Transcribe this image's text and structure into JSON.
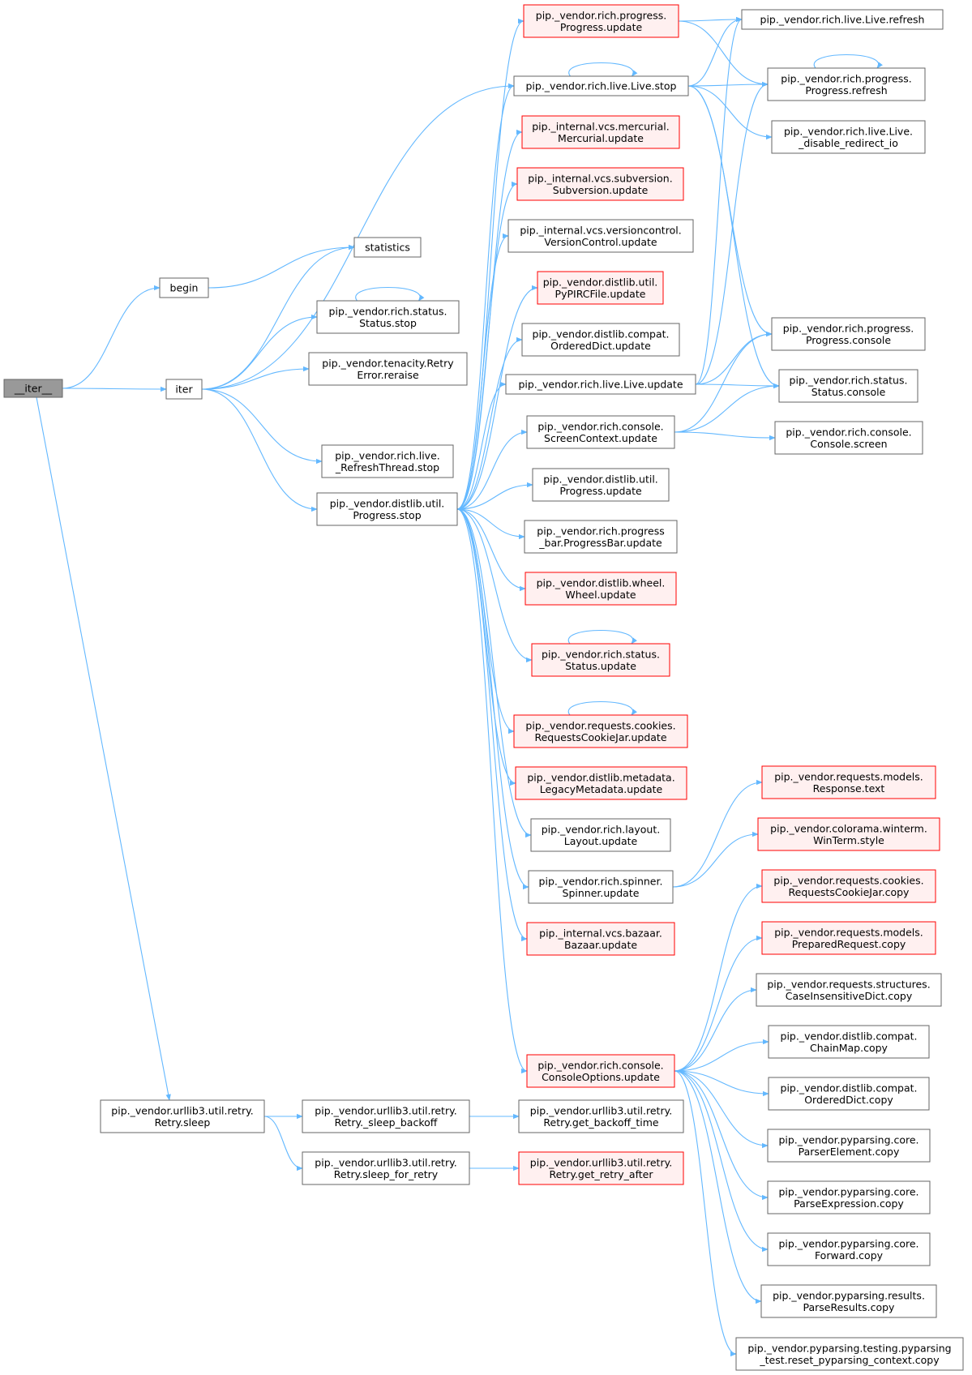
{
  "colors": {
    "edge": "#63b8ff",
    "normal_fill": "#ffffff",
    "normal_stroke": "#666666",
    "red_fill": "#fff0f0",
    "red_stroke": "#ff0000",
    "root_fill": "#999999",
    "root_stroke": "#666666"
  },
  "nodes": [
    {
      "id": "iter_",
      "lines": [
        "__iter__"
      ],
      "style": "root"
    },
    {
      "id": "begin",
      "lines": [
        "begin"
      ],
      "style": "normal"
    },
    {
      "id": "iter",
      "lines": [
        "iter"
      ],
      "style": "normal"
    },
    {
      "id": "sleep",
      "lines": [
        "pip._vendor.urllib3.util.retry.",
        "Retry.sleep"
      ],
      "style": "normal"
    },
    {
      "id": "statistics",
      "lines": [
        "statistics"
      ],
      "style": "normal"
    },
    {
      "id": "status_stop",
      "lines": [
        "pip._vendor.rich.status.",
        "Status.stop"
      ],
      "style": "normal"
    },
    {
      "id": "reraise",
      "lines": [
        "pip._vendor.tenacity.Retry",
        "Error.reraise"
      ],
      "style": "normal"
    },
    {
      "id": "refresh_stop",
      "lines": [
        "pip._vendor.rich.live.",
        "_RefreshThread.stop"
      ],
      "style": "normal"
    },
    {
      "id": "progress_stop",
      "lines": [
        "pip._vendor.distlib.util.",
        "Progress.stop"
      ],
      "style": "normal"
    },
    {
      "id": "sleep_backoff",
      "lines": [
        "pip._vendor.urllib3.util.retry.",
        "Retry._sleep_backoff"
      ],
      "style": "normal"
    },
    {
      "id": "sleep_for_retry",
      "lines": [
        "pip._vendor.urllib3.util.retry.",
        "Retry.sleep_for_retry"
      ],
      "style": "normal"
    },
    {
      "id": "rich_progress_update",
      "lines": [
        "pip._vendor.rich.progress.",
        "Progress.update"
      ],
      "style": "red"
    },
    {
      "id": "live_stop",
      "lines": [
        "pip._vendor.rich.live.Live.stop"
      ],
      "style": "normal"
    },
    {
      "id": "mercurial_update",
      "lines": [
        "pip._internal.vcs.mercurial.",
        "Mercurial.update"
      ],
      "style": "red"
    },
    {
      "id": "subversion_update",
      "lines": [
        "pip._internal.vcs.subversion.",
        "Subversion.update"
      ],
      "style": "red"
    },
    {
      "id": "versioncontrol_update",
      "lines": [
        "pip._internal.vcs.versioncontrol.",
        "VersionControl.update"
      ],
      "style": "normal"
    },
    {
      "id": "pypirc_update",
      "lines": [
        "pip._vendor.distlib.util.",
        "PyPIRCFile.update"
      ],
      "style": "red"
    },
    {
      "id": "ordereddict_update",
      "lines": [
        "pip._vendor.distlib.compat.",
        "OrderedDict.update"
      ],
      "style": "normal"
    },
    {
      "id": "live_update",
      "lines": [
        "pip._vendor.rich.live.Live.update"
      ],
      "style": "normal"
    },
    {
      "id": "screencontext_update",
      "lines": [
        "pip._vendor.rich.console.",
        "ScreenContext.update"
      ],
      "style": "normal"
    },
    {
      "id": "distlib_progress_update",
      "lines": [
        "pip._vendor.distlib.util.",
        "Progress.update"
      ],
      "style": "normal"
    },
    {
      "id": "progressbar_update",
      "lines": [
        "pip._vendor.rich.progress",
        "_bar.ProgressBar.update"
      ],
      "style": "normal"
    },
    {
      "id": "wheel_update",
      "lines": [
        "pip._vendor.distlib.wheel.",
        "Wheel.update"
      ],
      "style": "red"
    },
    {
      "id": "status_update",
      "lines": [
        "pip._vendor.rich.status.",
        "Status.update"
      ],
      "style": "red"
    },
    {
      "id": "cookiejar_update",
      "lines": [
        "pip._vendor.requests.cookies.",
        "RequestsCookieJar.update"
      ],
      "style": "red"
    },
    {
      "id": "legacymetadata_update",
      "lines": [
        "pip._vendor.distlib.metadata.",
        "LegacyMetadata.update"
      ],
      "style": "red"
    },
    {
      "id": "layout_update",
      "lines": [
        "pip._vendor.rich.layout.",
        "Layout.update"
      ],
      "style": "normal"
    },
    {
      "id": "spinner_update",
      "lines": [
        "pip._vendor.rich.spinner.",
        "Spinner.update"
      ],
      "style": "normal"
    },
    {
      "id": "bazaar_update",
      "lines": [
        "pip._internal.vcs.bazaar.",
        "Bazaar.update"
      ],
      "style": "red"
    },
    {
      "id": "consoleoptions_update",
      "lines": [
        "pip._vendor.rich.console.",
        "ConsoleOptions.update"
      ],
      "style": "red"
    },
    {
      "id": "get_backoff_time",
      "lines": [
        "pip._vendor.urllib3.util.retry.",
        "Retry.get_backoff_time"
      ],
      "style": "normal"
    },
    {
      "id": "get_retry_after",
      "lines": [
        "pip._vendor.urllib3.util.retry.",
        "Retry.get_retry_after"
      ],
      "style": "red"
    },
    {
      "id": "live_refresh",
      "lines": [
        "pip._vendor.rich.live.Live.refresh"
      ],
      "style": "normal"
    },
    {
      "id": "progress_refresh",
      "lines": [
        "pip._vendor.rich.progress.",
        "Progress.refresh"
      ],
      "style": "normal"
    },
    {
      "id": "disable_redirect_io",
      "lines": [
        "pip._vendor.rich.live.Live.",
        "_disable_redirect_io"
      ],
      "style": "normal"
    },
    {
      "id": "progress_console",
      "lines": [
        "pip._vendor.rich.progress.",
        "Progress.console"
      ],
      "style": "normal"
    },
    {
      "id": "status_console",
      "lines": [
        "pip._vendor.rich.status.",
        "Status.console"
      ],
      "style": "normal"
    },
    {
      "id": "console_screen",
      "lines": [
        "pip._vendor.rich.console.",
        "Console.screen"
      ],
      "style": "normal"
    },
    {
      "id": "response_text",
      "lines": [
        "pip._vendor.requests.models.",
        "Response.text"
      ],
      "style": "red"
    },
    {
      "id": "winterm_style",
      "lines": [
        "pip._vendor.colorama.winterm.",
        "WinTerm.style"
      ],
      "style": "red"
    },
    {
      "id": "cookiejar_copy",
      "lines": [
        "pip._vendor.requests.cookies.",
        "RequestsCookieJar.copy"
      ],
      "style": "red"
    },
    {
      "id": "preparedrequest_copy",
      "lines": [
        "pip._vendor.requests.models.",
        "PreparedRequest.copy"
      ],
      "style": "red"
    },
    {
      "id": "caseinsensitivedict_copy",
      "lines": [
        "pip._vendor.requests.structures.",
        "CaseInsensitiveDict.copy"
      ],
      "style": "normal"
    },
    {
      "id": "chainmap_copy",
      "lines": [
        "pip._vendor.distlib.compat.",
        "ChainMap.copy"
      ],
      "style": "normal"
    },
    {
      "id": "ordereddict_copy",
      "lines": [
        "pip._vendor.distlib.compat.",
        "OrderedDict.copy"
      ],
      "style": "normal"
    },
    {
      "id": "parserelement_copy",
      "lines": [
        "pip._vendor.pyparsing.core.",
        "ParserElement.copy"
      ],
      "style": "normal"
    },
    {
      "id": "parseexpression_copy",
      "lines": [
        "pip._vendor.pyparsing.core.",
        "ParseExpression.copy"
      ],
      "style": "normal"
    },
    {
      "id": "forward_copy",
      "lines": [
        "pip._vendor.pyparsing.core.",
        "Forward.copy"
      ],
      "style": "normal"
    },
    {
      "id": "parseresults_copy",
      "lines": [
        "pip._vendor.pyparsing.results.",
        "ParseResults.copy"
      ],
      "style": "normal"
    },
    {
      "id": "reset_pyparsing_context",
      "lines": [
        "pip._vendor.pyparsing.testing.pyparsing",
        "_test.reset_pyparsing_context.copy"
      ],
      "style": "normal"
    }
  ],
  "edges": [
    [
      "iter_",
      "begin"
    ],
    [
      "iter_",
      "iter"
    ],
    [
      "iter_",
      "sleep"
    ],
    [
      "begin",
      "statistics"
    ],
    [
      "iter",
      "statistics"
    ],
    [
      "iter",
      "status_stop"
    ],
    [
      "iter",
      "reraise"
    ],
    [
      "iter",
      "refresh_stop"
    ],
    [
      "iter",
      "progress_stop"
    ],
    [
      "iter",
      "live_stop"
    ],
    [
      "status_stop",
      "status_stop"
    ],
    [
      "sleep",
      "sleep_backoff"
    ],
    [
      "sleep",
      "sleep_for_retry"
    ],
    [
      "sleep_backoff",
      "get_backoff_time"
    ],
    [
      "sleep_for_retry",
      "get_retry_after"
    ],
    [
      "progress_stop",
      "rich_progress_update"
    ],
    [
      "progress_stop",
      "live_stop"
    ],
    [
      "progress_stop",
      "mercurial_update"
    ],
    [
      "progress_stop",
      "subversion_update"
    ],
    [
      "progress_stop",
      "versioncontrol_update"
    ],
    [
      "progress_stop",
      "pypirc_update"
    ],
    [
      "progress_stop",
      "ordereddict_update"
    ],
    [
      "progress_stop",
      "live_update"
    ],
    [
      "progress_stop",
      "screencontext_update"
    ],
    [
      "progress_stop",
      "distlib_progress_update"
    ],
    [
      "progress_stop",
      "progressbar_update"
    ],
    [
      "progress_stop",
      "wheel_update"
    ],
    [
      "progress_stop",
      "status_update"
    ],
    [
      "progress_stop",
      "cookiejar_update"
    ],
    [
      "progress_stop",
      "legacymetadata_update"
    ],
    [
      "progress_stop",
      "layout_update"
    ],
    [
      "progress_stop",
      "spinner_update"
    ],
    [
      "progress_stop",
      "bazaar_update"
    ],
    [
      "progress_stop",
      "consoleoptions_update"
    ],
    [
      "rich_progress_update",
      "live_refresh"
    ],
    [
      "rich_progress_update",
      "progress_refresh"
    ],
    [
      "live_stop",
      "live_stop"
    ],
    [
      "live_stop",
      "live_refresh"
    ],
    [
      "live_stop",
      "progress_refresh"
    ],
    [
      "live_stop",
      "disable_redirect_io"
    ],
    [
      "live_stop",
      "progress_console"
    ],
    [
      "live_stop",
      "status_console"
    ],
    [
      "progress_refresh",
      "progress_refresh"
    ],
    [
      "live_update",
      "live_refresh"
    ],
    [
      "live_update",
      "progress_refresh"
    ],
    [
      "live_update",
      "progress_console"
    ],
    [
      "live_update",
      "status_console"
    ],
    [
      "screencontext_update",
      "progress_console"
    ],
    [
      "screencontext_update",
      "status_console"
    ],
    [
      "screencontext_update",
      "console_screen"
    ],
    [
      "status_update",
      "status_update"
    ],
    [
      "cookiejar_update",
      "cookiejar_update"
    ],
    [
      "spinner_update",
      "response_text"
    ],
    [
      "spinner_update",
      "winterm_style"
    ],
    [
      "consoleoptions_update",
      "cookiejar_copy"
    ],
    [
      "consoleoptions_update",
      "preparedrequest_copy"
    ],
    [
      "consoleoptions_update",
      "caseinsensitivedict_copy"
    ],
    [
      "consoleoptions_update",
      "chainmap_copy"
    ],
    [
      "consoleoptions_update",
      "ordereddict_copy"
    ],
    [
      "consoleoptions_update",
      "parserelement_copy"
    ],
    [
      "consoleoptions_update",
      "parseexpression_copy"
    ],
    [
      "consoleoptions_update",
      "forward_copy"
    ],
    [
      "consoleoptions_update",
      "parseresults_copy"
    ],
    [
      "consoleoptions_update",
      "reset_pyparsing_context"
    ]
  ]
}
